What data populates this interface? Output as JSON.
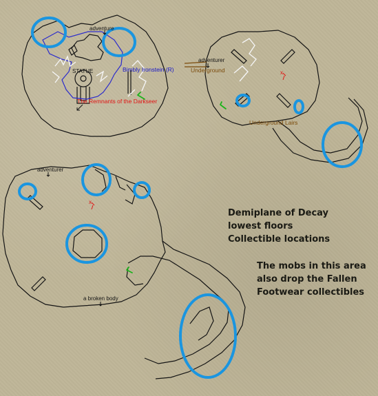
{
  "colors": {
    "wall": "#141414",
    "highlight": "#1a95e0",
    "npc": "#1717c8",
    "red_text": "#e01414",
    "zone_line": "#7a4a0a",
    "arrow_green": "#19b319",
    "inner_white": "#f4f4f4",
    "inner_blue": "#2b2bcc"
  },
  "labels": {
    "adventure_top": "adventure",
    "statue": "STATUE",
    "bimbly": "Bimbly Ironstein (R)",
    "remnants": "The Remnants of the Darkseer",
    "adventurer_right": "adventurer",
    "underground": "Underground",
    "lairs": "Underground Lairs",
    "adventurer_bottom": "adventurer",
    "broken_body": "a broken body",
    "x_mark": "x"
  },
  "annotations": {
    "block1": [
      "Demiplane of Decay",
      "lowest floors",
      "Collectible locations"
    ],
    "block2": [
      "The mobs in this area",
      "also drop the Fallen",
      "Footwear collectibles"
    ]
  },
  "icons": [
    "direction-arrow-icon",
    "x-marker-icon",
    "door-marker-icon"
  ]
}
